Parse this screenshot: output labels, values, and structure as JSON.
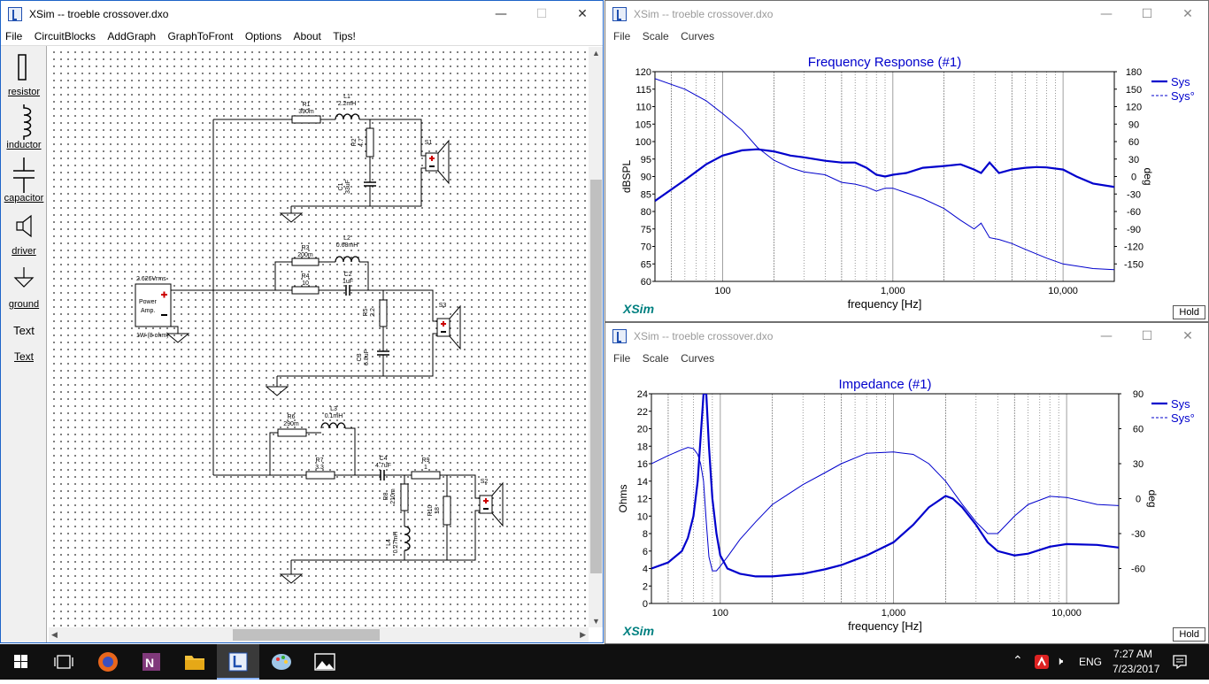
{
  "taskbar": {
    "time": "7:27 AM",
    "date": "7/23/2017",
    "lang": "ENG"
  },
  "main_window": {
    "title": "XSim -- troeble crossover.dxo",
    "menu": [
      "File",
      "CircuitBlocks",
      "AddGraph",
      "GraphToFront",
      "Options",
      "About",
      "Tips!"
    ],
    "palette": [
      "resistor",
      "inductor",
      "capacitor",
      "driver",
      "ground",
      "Text",
      "Text"
    ]
  },
  "schematic": {
    "amp": {
      "voltage": "2.626Vrms",
      "label1": "Power",
      "label2": "Amp.",
      "power": "1W (8 ohm)"
    },
    "labels": [
      {
        "name": "R1",
        "value": "390m"
      },
      {
        "name": "L1",
        "value": "2.2mH"
      },
      {
        "name": "R2",
        "value": "4.7"
      },
      {
        "name": "C1",
        "value": "33uF"
      },
      {
        "name": "S1",
        "value": ""
      },
      {
        "name": "R3",
        "value": "200m"
      },
      {
        "name": "L2",
        "value": "0.68mH"
      },
      {
        "name": "R4",
        "value": "10"
      },
      {
        "name": "C2",
        "value": "1uF"
      },
      {
        "name": "R5",
        "value": "2.2"
      },
      {
        "name": "C3",
        "value": "6.8uF"
      },
      {
        "name": "S3",
        "value": ""
      },
      {
        "name": "R6",
        "value": "290m"
      },
      {
        "name": "L3",
        "value": "0.1mH"
      },
      {
        "name": "R7",
        "value": "3.3"
      },
      {
        "name": "C4",
        "value": "4.7uF"
      },
      {
        "name": "R9",
        "value": "1"
      },
      {
        "name": "R8",
        "value": "210m"
      },
      {
        "name": "R10",
        "value": "18"
      },
      {
        "name": "L4",
        "value": "0.27mH"
      },
      {
        "name": "S2",
        "value": ""
      }
    ]
  },
  "freq_window": {
    "title": "XSim -- troeble crossover.dxo",
    "menu": [
      "File",
      "Scale",
      "Curves"
    ],
    "hold": "Hold",
    "brand": "XSim"
  },
  "imp_window": {
    "title": "XSim -- troeble crossover.dxo",
    "menu": [
      "File",
      "Scale",
      "Curves"
    ],
    "hold": "Hold",
    "brand": "XSim"
  },
  "chart_data": [
    {
      "type": "line",
      "title": "Frequency Response (#1)",
      "xlabel": "frequency [Hz]",
      "ylabel": "dBSPL",
      "y2label": "deg",
      "xscale": "log",
      "xlim": [
        40,
        20000
      ],
      "ylim": [
        60,
        120
      ],
      "y2lim": [
        -180,
        180
      ],
      "x_ticks": [
        "100",
        "1,000",
        "10,000"
      ],
      "y_ticks": [
        "120",
        "115",
        "110",
        "105",
        "100",
        "95",
        "90",
        "85",
        "80",
        "75",
        "70",
        "65",
        "60"
      ],
      "y2_ticks": [
        "180",
        "150",
        "120",
        "90",
        "60",
        "30",
        "0",
        "-30",
        "-60",
        "-90",
        "-120",
        "-150"
      ],
      "legend": [
        "Sys",
        "Sys°"
      ],
      "legend_position": "top-right",
      "color": "#0000cc",
      "series": [
        {
          "name": "Sys",
          "axis": "left",
          "x": [
            40,
            60,
            80,
            100,
            130,
            160,
            200,
            250,
            300,
            400,
            500,
            600,
            700,
            800,
            900,
            1000,
            1200,
            1500,
            2000,
            2500,
            3000,
            3300,
            3700,
            4200,
            5000,
            6000,
            7000,
            8000,
            10000,
            12000,
            15000,
            20000
          ],
          "y": [
            83,
            89,
            93.5,
            96,
            97.5,
            97.8,
            97.2,
            96,
            95.5,
            94.5,
            94,
            94,
            92.5,
            90.5,
            90,
            90.5,
            91,
            92.5,
            93,
            93.5,
            92,
            91,
            94,
            91,
            92,
            92.5,
            92.7,
            92.6,
            92,
            90,
            88,
            87
          ]
        },
        {
          "name": "Sys°",
          "axis": "right",
          "x": [
            40,
            60,
            80,
            100,
            130,
            160,
            200,
            250,
            300,
            400,
            500,
            600,
            700,
            800,
            900,
            1000,
            1200,
            1500,
            2000,
            2500,
            3000,
            3300,
            3700,
            4200,
            5000,
            6000,
            8000,
            10000,
            15000,
            20000
          ],
          "y": [
            168,
            150,
            130,
            108,
            80,
            50,
            28,
            15,
            8,
            3,
            -10,
            -13,
            -18,
            -25,
            -20,
            -20,
            -28,
            -38,
            -55,
            -75,
            -90,
            -80,
            -105,
            -108,
            -115,
            -125,
            -140,
            -150,
            -158,
            -160
          ]
        }
      ]
    },
    {
      "type": "line",
      "title": "Impedance (#1)",
      "xlabel": "frequency [Hz]",
      "ylabel": "Ohms",
      "y2label": "deg",
      "xscale": "log",
      "xlim": [
        40,
        20000
      ],
      "ylim": [
        0,
        24
      ],
      "y2lim": [
        -90,
        90
      ],
      "x_ticks": [
        "100",
        "1,000",
        "10,000"
      ],
      "y_ticks": [
        "24",
        "22",
        "20",
        "18",
        "16",
        "14",
        "12",
        "10",
        "8",
        "6",
        "4",
        "2",
        "0"
      ],
      "y2_ticks": [
        "90",
        "60",
        "30",
        "0",
        "-30",
        "-60"
      ],
      "legend": [
        "Sys",
        "Sys°"
      ],
      "legend_position": "top-right",
      "color": "#0000cc",
      "series": [
        {
          "name": "Sys",
          "axis": "left",
          "x": [
            40,
            50,
            60,
            65,
            70,
            74,
            77,
            80,
            83,
            86,
            90,
            95,
            100,
            110,
            130,
            160,
            200,
            300,
            400,
            500,
            700,
            1000,
            1300,
            1600,
            2000,
            2200,
            2500,
            3000,
            3500,
            4000,
            5000,
            6000,
            8000,
            10000,
            15000,
            20000
          ],
          "y": [
            4,
            4.7,
            6,
            7.5,
            10,
            14,
            19,
            24,
            24,
            18,
            12,
            8,
            5.5,
            4,
            3.4,
            3.1,
            3.1,
            3.4,
            3.9,
            4.4,
            5.5,
            7,
            9,
            11,
            12.3,
            12,
            11,
            9,
            7,
            6,
            5.5,
            5.7,
            6.5,
            6.8,
            6.7,
            6.4
          ]
        },
        {
          "name": "Sys°",
          "axis": "right",
          "x": [
            40,
            50,
            60,
            65,
            70,
            74,
            77,
            80,
            83,
            86,
            90,
            95,
            100,
            110,
            130,
            160,
            200,
            300,
            400,
            500,
            700,
            1000,
            1300,
            1600,
            2000,
            2500,
            3000,
            3500,
            4000,
            5000,
            6000,
            8000,
            10000,
            15000,
            20000
          ],
          "y": [
            30,
            37,
            42,
            44,
            43,
            38,
            30,
            15,
            -20,
            -50,
            -62,
            -62,
            -58,
            -50,
            -35,
            -20,
            -5,
            12,
            22,
            30,
            39,
            40,
            38,
            30,
            15,
            -5,
            -20,
            -30,
            -30,
            -15,
            -5,
            2,
            1,
            -5,
            -6
          ]
        }
      ]
    }
  ]
}
